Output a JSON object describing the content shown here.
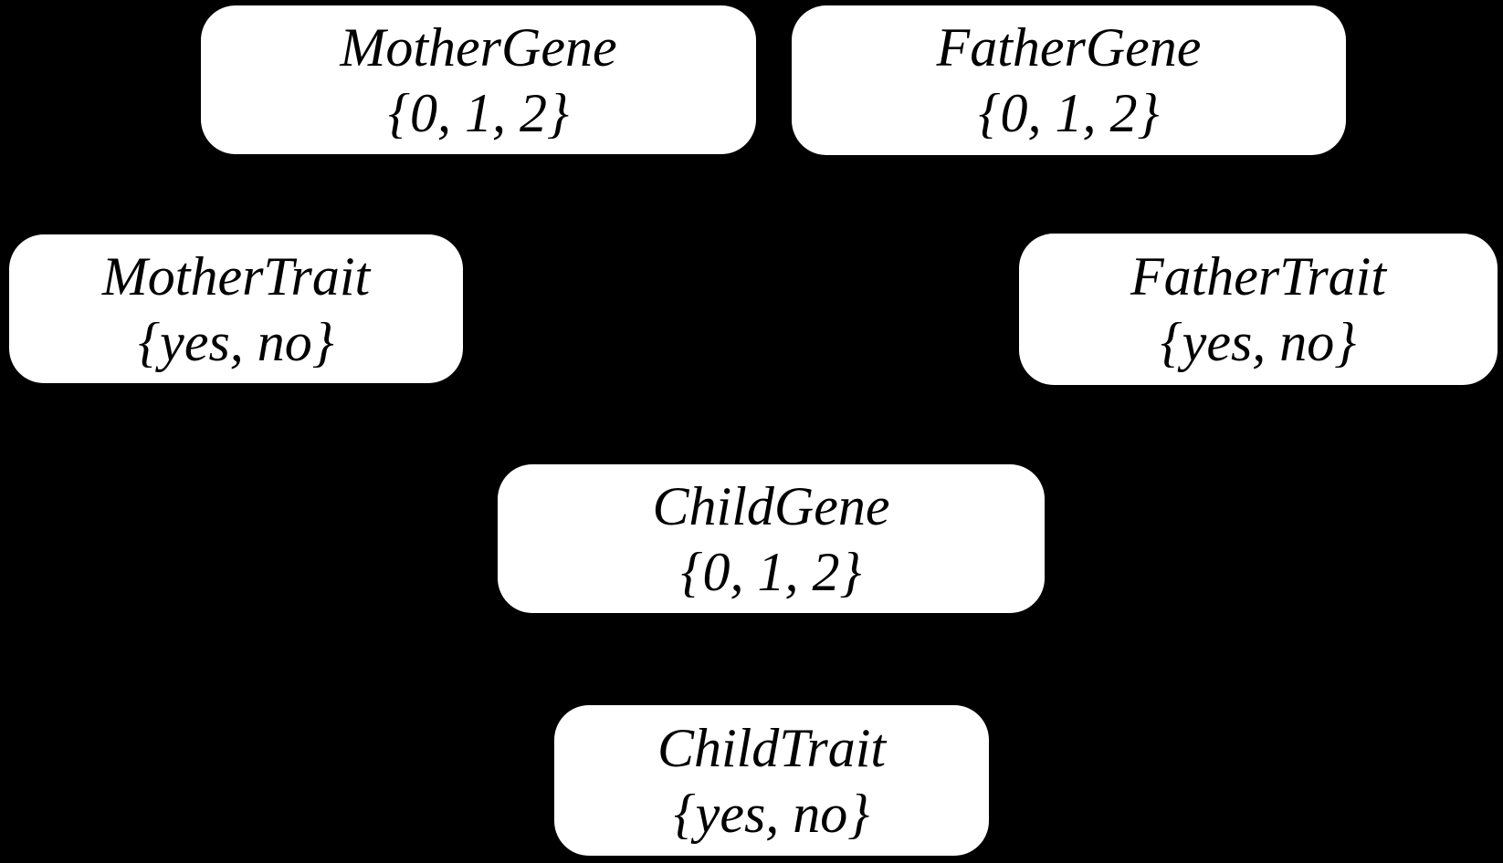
{
  "diagram": {
    "type": "bayesian-network-nodes",
    "colors": {
      "background": "#000000",
      "node_fill": "#ffffff",
      "node_text": "#000000"
    }
  },
  "nodes": [
    {
      "id": "mother-gene",
      "label": "MotherGene",
      "values": "{0, 1, 2}",
      "states": [
        "0",
        "1",
        "2"
      ]
    },
    {
      "id": "father-gene",
      "label": "FatherGene",
      "values": "{0, 1, 2}",
      "states": [
        "0",
        "1",
        "2"
      ]
    },
    {
      "id": "mother-trait",
      "label": "MotherTrait",
      "values": "{yes, no}",
      "states": [
        "yes",
        "no"
      ]
    },
    {
      "id": "father-trait",
      "label": "FatherTrait",
      "values": "{yes, no}",
      "states": [
        "yes",
        "no"
      ]
    },
    {
      "id": "child-gene",
      "label": "ChildGene",
      "values": "{0, 1, 2}",
      "states": [
        "0",
        "1",
        "2"
      ]
    },
    {
      "id": "child-trait",
      "label": "ChildTrait",
      "values": "{yes, no}",
      "states": [
        "yes",
        "no"
      ]
    }
  ]
}
